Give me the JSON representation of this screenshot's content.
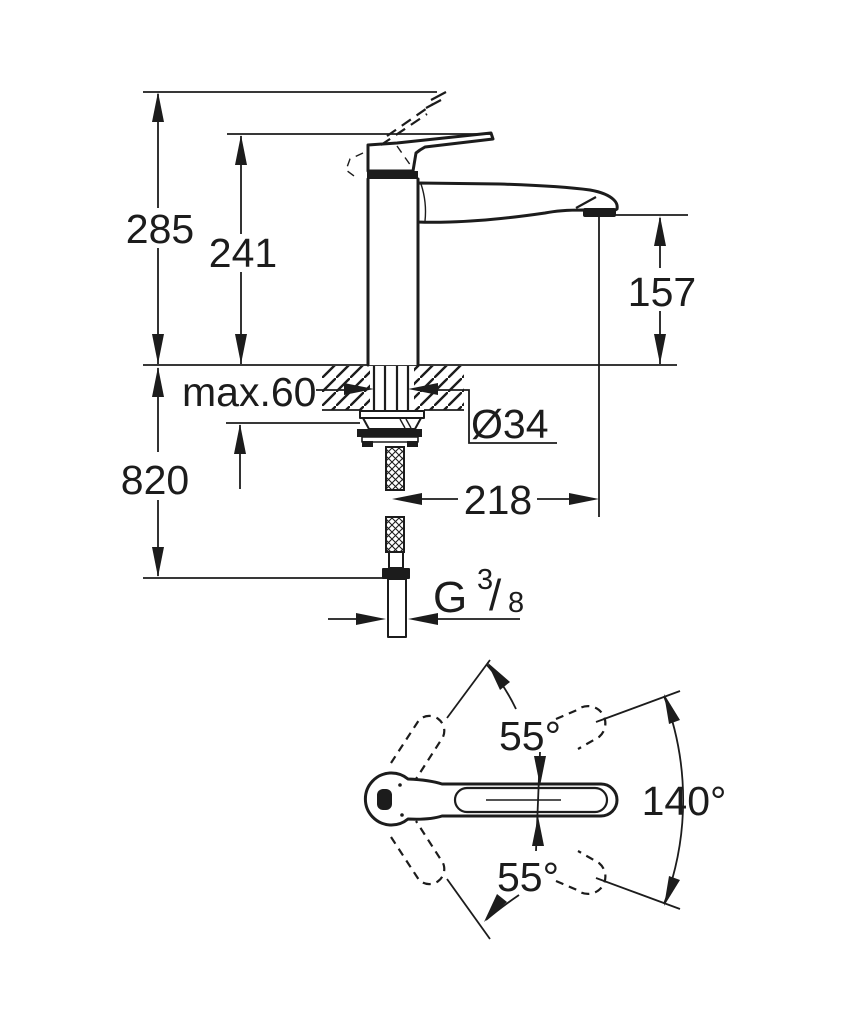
{
  "drawing": {
    "background": "#ffffff",
    "line_color": "#1c1c1c",
    "type": "faucet installation dimension drawing"
  },
  "side_view": {
    "overall_height": "285",
    "body_top_height": "241",
    "outlet_height": "157",
    "max_counter_thickness": "max.60",
    "hose_drop_length": "820",
    "shank_diameter": "Ø34",
    "spout_reach": "218",
    "thread_label": {
      "g": "G",
      "numerator": "3",
      "slash": "/",
      "denominator": "8"
    }
  },
  "top_view": {
    "swivel_upper": "55°",
    "swivel_total": "140°",
    "swivel_lower": "55°"
  }
}
